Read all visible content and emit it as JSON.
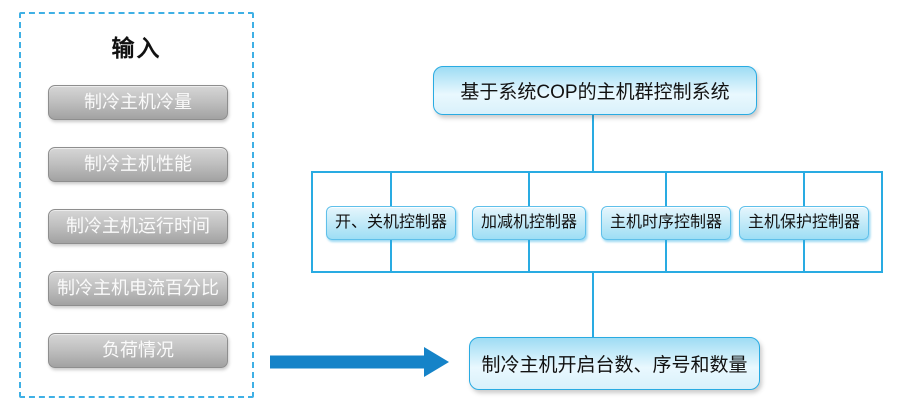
{
  "panel": {
    "title": "输入",
    "buttons": [
      "制冷主机冷量",
      "制冷主机性能",
      "制冷主机运行时间",
      "制冷主机电流百分比",
      "负荷情况"
    ]
  },
  "flow": {
    "root": "基于系统COP的主机群控制系统",
    "controllers": [
      "开、关机控制器",
      "加减机控制器",
      "主机时序控制器",
      "主机保护控制器"
    ],
    "output": "制冷主机开启台数、序号和数量"
  },
  "icons": {
    "arrow": "thick-right-arrow-icon"
  },
  "colors": {
    "line": "#29abe2",
    "arrow": "#1583c8",
    "panel-border": "#3fb0e5",
    "box-border": "#29abe2",
    "box-fill-top": "#9edcf4",
    "box-fill-light": "#e9f8fe",
    "small-fill-top": "#e5f6fd",
    "small-fill-bottom": "#9ddef5",
    "btn-fill-top": "#d6d6d6",
    "btn-fill-bottom": "#a2a2a2",
    "btn-border": "#8e8e8e",
    "btn-text": "#fafafa",
    "text-dark": "#1a1a1a"
  }
}
